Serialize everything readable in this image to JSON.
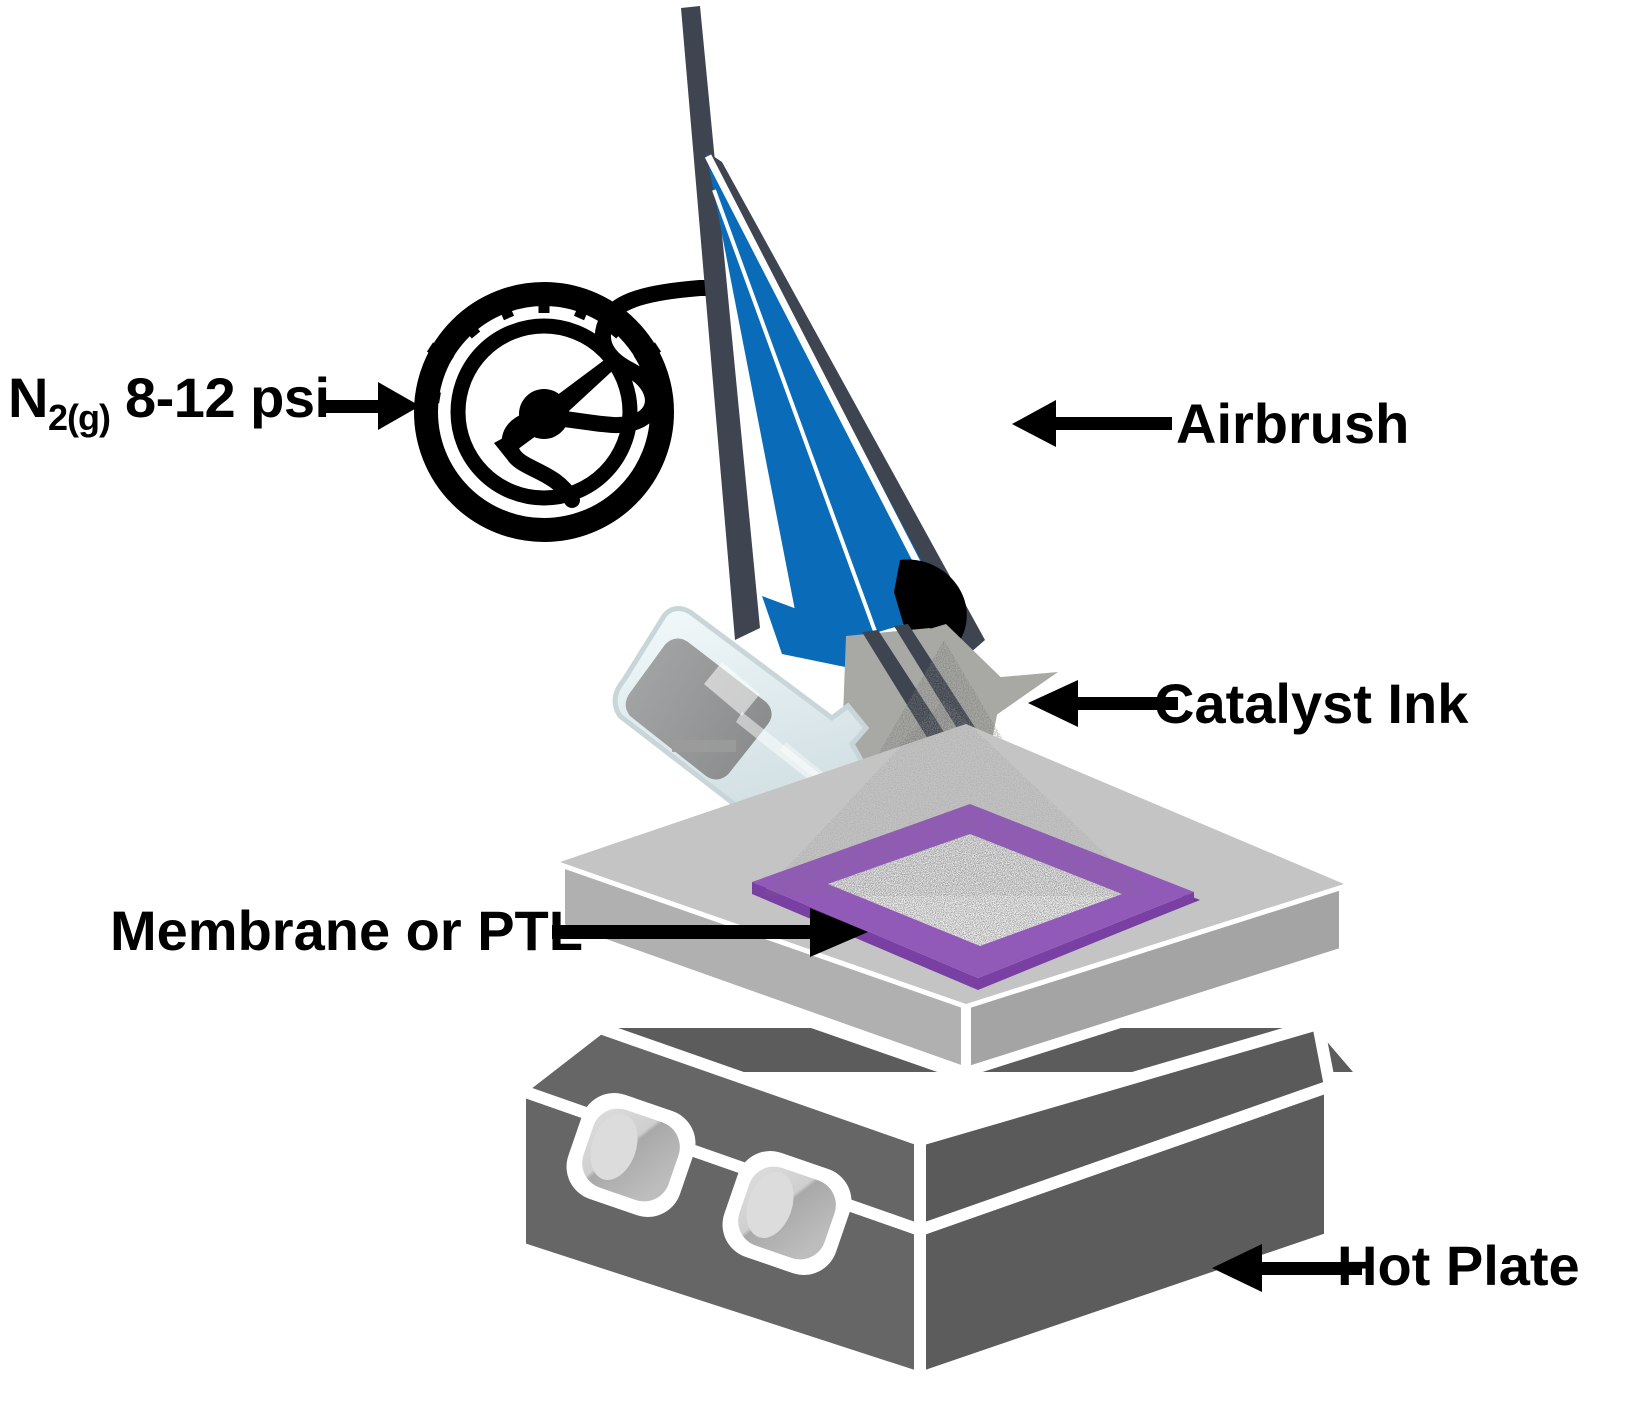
{
  "figure": {
    "title": "Airbrush catalyst ink spray-deposition onto membrane or PTL on a hot plate",
    "background_color": "#FFFFFF"
  },
  "labels": {
    "nitrogen": {
      "text_main_1": "N",
      "text_sub": "2(g)",
      "text_main_2": " 8-12 psi",
      "full_text": "N2(g) 8-12 psi",
      "arrow_direction": "right",
      "color": "#000000"
    },
    "airbrush": {
      "text": "Airbrush",
      "arrow_direction": "left",
      "color": "#000000"
    },
    "catalyst_ink": {
      "text": "Catalyst Ink",
      "arrow_direction": "left",
      "color": "#000000"
    },
    "membrane": {
      "text": "Membrane or PTL",
      "arrow_direction": "right",
      "color": "#000000"
    },
    "hot_plate": {
      "text": "Hot Plate",
      "arrow_direction": "left",
      "color": "#000000"
    }
  },
  "components": {
    "pressure_gauge": {
      "name": "pressure-gauge",
      "needle_angle_deg": -35,
      "tick_count": 9,
      "color": "#000000"
    },
    "hose": {
      "name": "air-hose",
      "color": "#000000"
    },
    "airbrush": {
      "name": "airbrush",
      "body_color": "#0A6CB8",
      "lever_color": "#3E4450",
      "collar_color": "#A8A8A4",
      "tip_color": "#000000"
    },
    "ink_jar": {
      "name": "catalyst-ink-jar",
      "glass_color": "#E8F0F2",
      "ink_color": "#8C8C8C",
      "outline_color": "#C9D6D9"
    },
    "spray_cone": {
      "name": "spray-cone",
      "speckle_color": "#4A4A4A"
    },
    "membrane": {
      "name": "membrane-or-ptl",
      "frame_color": "#9159B8",
      "frame_shade_color": "#7A3FA3",
      "deposit_color": "#DCDCDC"
    },
    "hot_plate": {
      "name": "hot-plate",
      "top_plate_color": "#C4C4C4",
      "top_plate_side_color": "#B0B0B0",
      "body_color": "#666666",
      "body_dark_color": "#555555",
      "outline_color": "#FFFFFF",
      "knob_count": 2,
      "knob_face_color": "#D4D4D4",
      "knob_body_color": "#B5B5B5"
    }
  },
  "colors": {
    "blue": "#0A6CB8",
    "slate": "#3E4450",
    "purple": "#9159B8",
    "dark_gray": "#666666",
    "light_gray": "#C4C4C4",
    "black": "#000000",
    "white": "#FFFFFF"
  }
}
